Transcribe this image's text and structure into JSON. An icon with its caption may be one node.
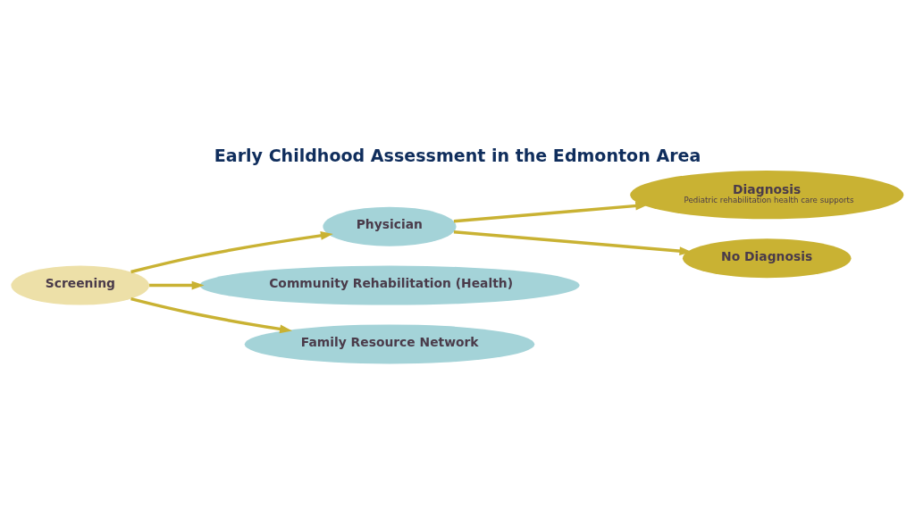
{
  "diagram": {
    "title": "Early Childhood Assessment in the Edmonton Area",
    "nodes": [
      {
        "text": [
          "Screening"
        ]
      },
      {
        "text": [
          "Physician"
        ]
      },
      {
        "text": [
          "Community Rehabilitation (Health)"
        ]
      },
      {
        "text": [
          "Family Resource Network"
        ]
      },
      {
        "text": [
          "Diagnosis",
          "Pediatric rehabilitation health care supports"
        ]
      },
      {
        "text": [
          "No Diagnosis"
        ]
      }
    ],
    "edges": [
      {
        "from": 0,
        "to": 1,
        "arrow": "to"
      },
      {
        "from": 0,
        "to": 2,
        "arrow": "to"
      },
      {
        "from": 0,
        "to": 3,
        "arrow": "to"
      },
      {
        "from": 1,
        "to": 4,
        "arrow": "to"
      },
      {
        "from": 1,
        "to": 5,
        "arrow": "to"
      }
    ]
  }
}
